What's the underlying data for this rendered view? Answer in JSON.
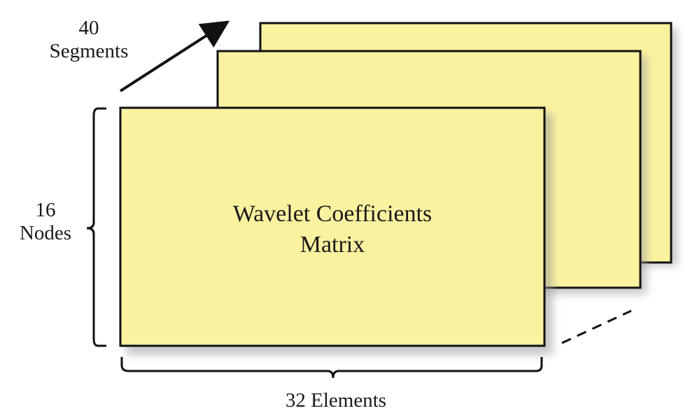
{
  "diagram": {
    "segments": {
      "count": "40",
      "unit": "Segments"
    },
    "nodes": {
      "count": "16",
      "unit": "Nodes"
    },
    "elements": {
      "label": "32 Elements"
    },
    "matrix": {
      "line1": "Wavelet Coefficients",
      "line2": "Matrix"
    },
    "colors": {
      "card_fill": "#fbf2a0",
      "card_stroke": "#111111",
      "shadow": "#9a9a9a",
      "text": "#1a1a1a"
    }
  }
}
